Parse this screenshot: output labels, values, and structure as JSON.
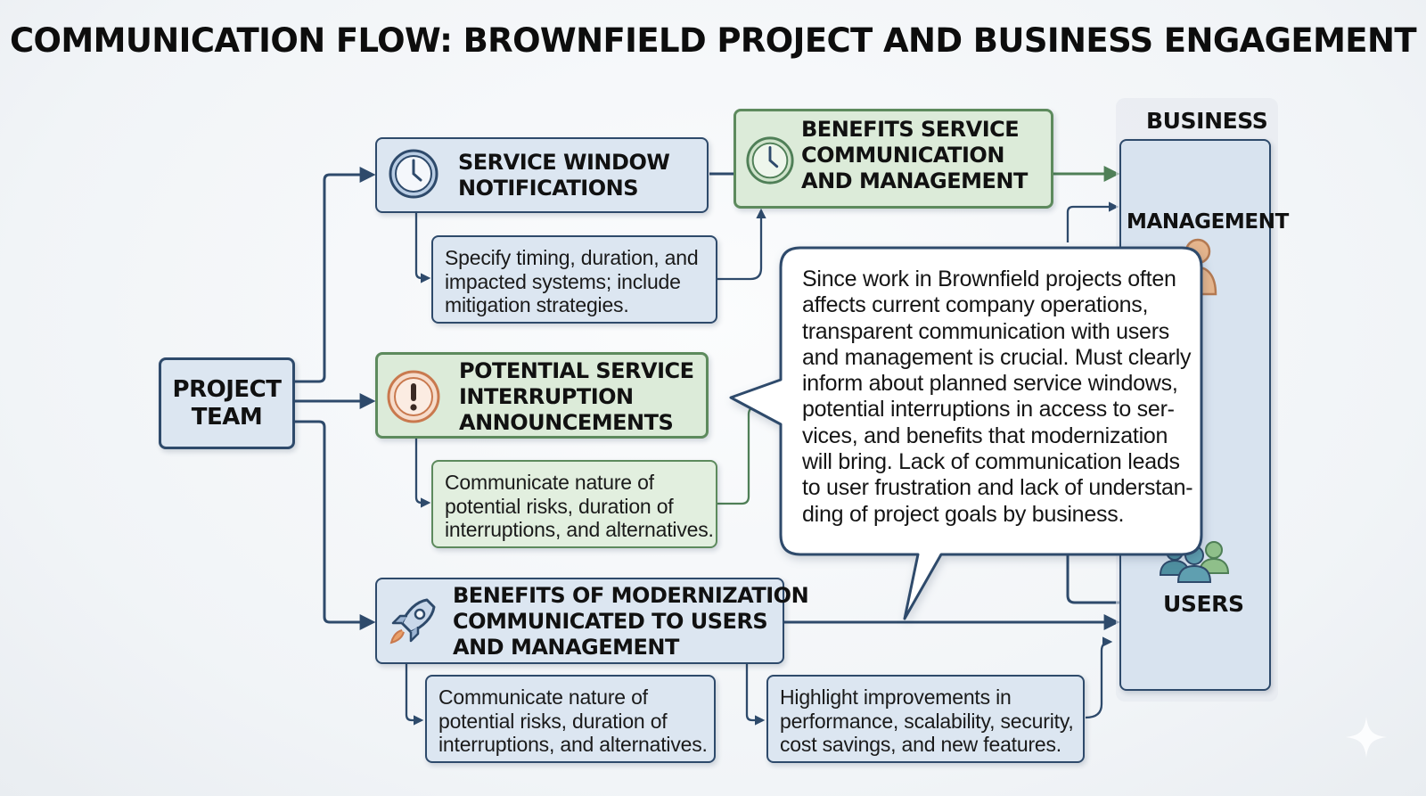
{
  "title": "COMMUNICATION FLOW: BROWNFIELD PROJECT AND BUSINESS ENGAGEMENT",
  "project_team": "PROJECT\nTEAM",
  "service_window": {
    "label": "SERVICE WINDOW\nNOTIFICATIONS",
    "note": "Specify timing, duration, and\nimpacted systems; include\nmitigation strategies."
  },
  "benefits_service": {
    "label": "BENEFITS SERVICE\nCOMMUNICATION\nAND MANAGEMENT"
  },
  "potential_interruption": {
    "label": "POTENTIAL SERVICE\nINTERRUPTION\nANNOUNCEMENTS",
    "note": "Communicate nature of\npotential risks, duration of\ninterruptions, and alternatives."
  },
  "benefits_modernization": {
    "label": "BENEFITS OF MODERNIZATION\nCOMMUNICATED TO USERS\nAND MANAGEMENT",
    "note_left": "Communicate nature of\npotential risks, duration of\ninterruptions, and alternatives.",
    "note_right": "Highlight improvements in\nperformance, scalability, security,\ncost savings, and new features."
  },
  "business": {
    "label": "BUSINESS",
    "management": "MANAGEMENT",
    "users": "USERS"
  },
  "callout": "Since work in Brownfield projects often\naffects current company operations,\ntransparent communication with users\nand management is crucial. Must clearly\ninform about planned service windows,\npotential interruptions in access to ser-\nvices, and benefits that modernization\nwill bring. Lack of communication leads\nto user frustration and lack of understan-\nding of project goals by business.",
  "colors": {
    "navy": "#2e4a6b",
    "green": "#5d8a5d",
    "blue_fill": "#dce6f1",
    "green_fill": "#dcebd9"
  },
  "icons": {
    "service_window": "clock-icon",
    "benefits_service": "clock-icon",
    "interruption": "warning-icon",
    "modernization": "rocket-icon",
    "management": "person-icon",
    "users": "group-icon"
  }
}
